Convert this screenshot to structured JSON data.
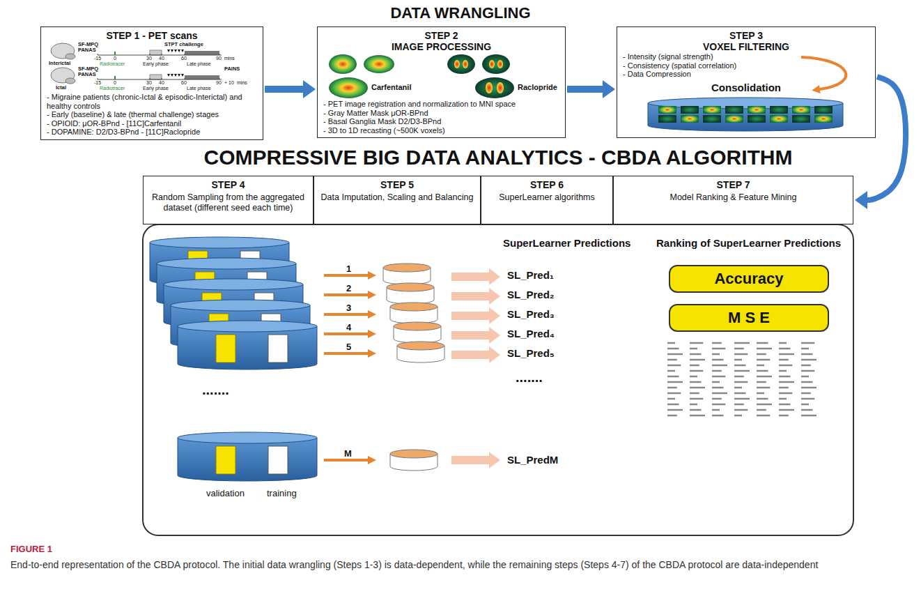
{
  "diagram": {
    "title": "DATA WRANGLING",
    "caption": "End-to-end representation of the CBDA protocol. The initial data wrangling (Steps 1-3) is data-dependent, while the remaining steps (Steps 4-7) of the CBDA protocol are data-independent",
    "nodes": [
      {
        "text": [
          "STEP 1 - PET scans",
          "- Migraine patients (chronic-Ictal & episodic-Interictal) and healthy controls",
          "- Early (baseline) & late (thermal challenge) stages",
          "- OPIOID: μOR-BPnd - [11C]Carfentanil",
          "- DOPAMINE: D2/D3-BPnd - [11C]Raclopride"
        ]
      },
      {
        "text": [
          "STEP 2",
          "IMAGE PROCESSING",
          "- PET image registration and normalization to MNI space",
          "- Gray Matter Mask μOR-BPnd",
          "- Basal Ganglia Mask D2/D3-BPnd",
          "- 3D to 1D recasting (~500K voxels)"
        ]
      },
      {
        "text": [
          "STEP 3",
          "VOXEL FILTERING",
          "- Intensity (signal strength)",
          "- Consistency (spatial correlation)",
          "- Data Compression",
          "Consolidation"
        ]
      },
      {
        "text": [
          "STEP 4",
          "Random Sampling from the aggregated dataset (different seed each time)"
        ]
      },
      {
        "text": [
          "STEP 5",
          "Data Imputation, Scaling and Balancing"
        ]
      },
      {
        "text": [
          "STEP 6",
          "SuperLearner algorithms"
        ]
      },
      {
        "text": [
          "STEP 7",
          "Model Ranking & Feature Mining"
        ]
      },
      {
        "text": [
          "Accuracy"
        ]
      },
      {
        "text": [
          "M S E"
        ]
      }
    ],
    "edges": [
      {
        "from": 0,
        "to": 1,
        "arrow": "to"
      },
      {
        "from": 1,
        "to": 2,
        "arrow": "to"
      },
      {
        "from": 2,
        "to": 6,
        "arrow": "to"
      }
    ],
    "labels": [
      "COMPRESSIVE BIG DATA ANALYTICS - CBDA ALGORITHM",
      "SF-MPQ",
      "PANAS",
      "Interictal",
      "STPT challenge",
      "-15",
      "0",
      "30",
      "40",
      "60",
      "90",
      "mins",
      "Radiotracer",
      "Early phase",
      "Late phase",
      "SF-MPQ",
      "PANAS",
      "Ictal",
      "PAINS",
      "-15",
      "0",
      "30",
      "40",
      "60",
      "90",
      "+ 10",
      "mins",
      "Radiotracer",
      "Early phase",
      "Late phase",
      "Carfentanil",
      "Raclopride",
      "1",
      "2",
      "3",
      "4",
      "5",
      "M",
      "validation",
      "training",
      "SuperLearner Predictions",
      "SL_Pred₁",
      "SL_Pred₂",
      "SL_Pred₃",
      "SL_Pred₄",
      "SL_Pred₅",
      ".......",
      ".......",
      "SL_PredM",
      "Ranking of SuperLearner Predictions",
      "FIGURE 1"
    ]
  }
}
